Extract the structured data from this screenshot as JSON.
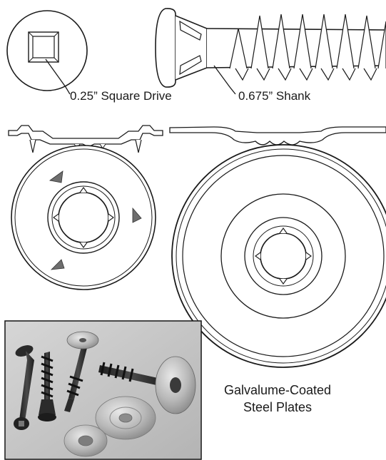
{
  "callouts": {
    "drive_label": "0.25” Square Drive",
    "shank_label": "0.675” Shank"
  },
  "caption": {
    "line1": "Galvalume-Coated",
    "line2": "Steel Plates"
  },
  "colors": {
    "line": "#1a1a1a",
    "photo_bg": "#c9c9c9",
    "screw_dark": "#2b2b2b",
    "plate_metal": "#b8b8b8"
  }
}
